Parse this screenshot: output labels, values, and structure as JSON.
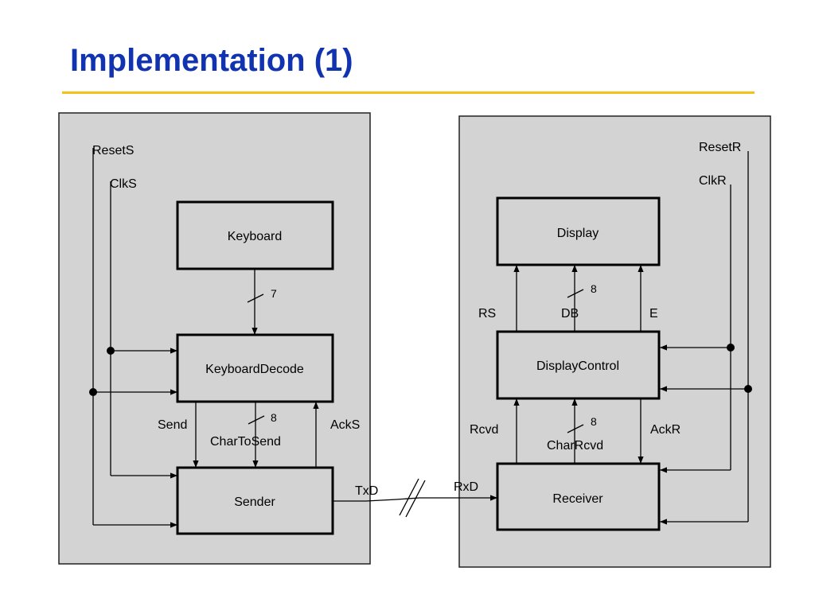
{
  "title": "Implementation (1)",
  "colors": {
    "title": "#1233b0",
    "rule": "#f2c21a",
    "panel": "#d3d3d3"
  },
  "blocks": {
    "keyboard": "Keyboard",
    "keyboard_decode": "KeyboardDecode",
    "sender": "Sender",
    "display": "Display",
    "display_control": "DisplayControl",
    "receiver": "Receiver"
  },
  "signals": {
    "reset_s": "ResetS",
    "clk_s": "ClkS",
    "reset_r": "ResetR",
    "clk_r": "ClkR",
    "send": "Send",
    "char_to_send": "CharToSend",
    "ack_s": "AckS",
    "txd": "TxD",
    "rxd": "RxD",
    "rs": "RS",
    "db": "DB",
    "e": "E",
    "rcvd": "Rcvd",
    "char_rcvd": "CharRcvd",
    "ack_r": "AckR"
  },
  "bus_widths": {
    "keyboard_bus": "7",
    "char_to_send_bus": "8",
    "db_bus": "8",
    "char_rcvd_bus": "8"
  }
}
